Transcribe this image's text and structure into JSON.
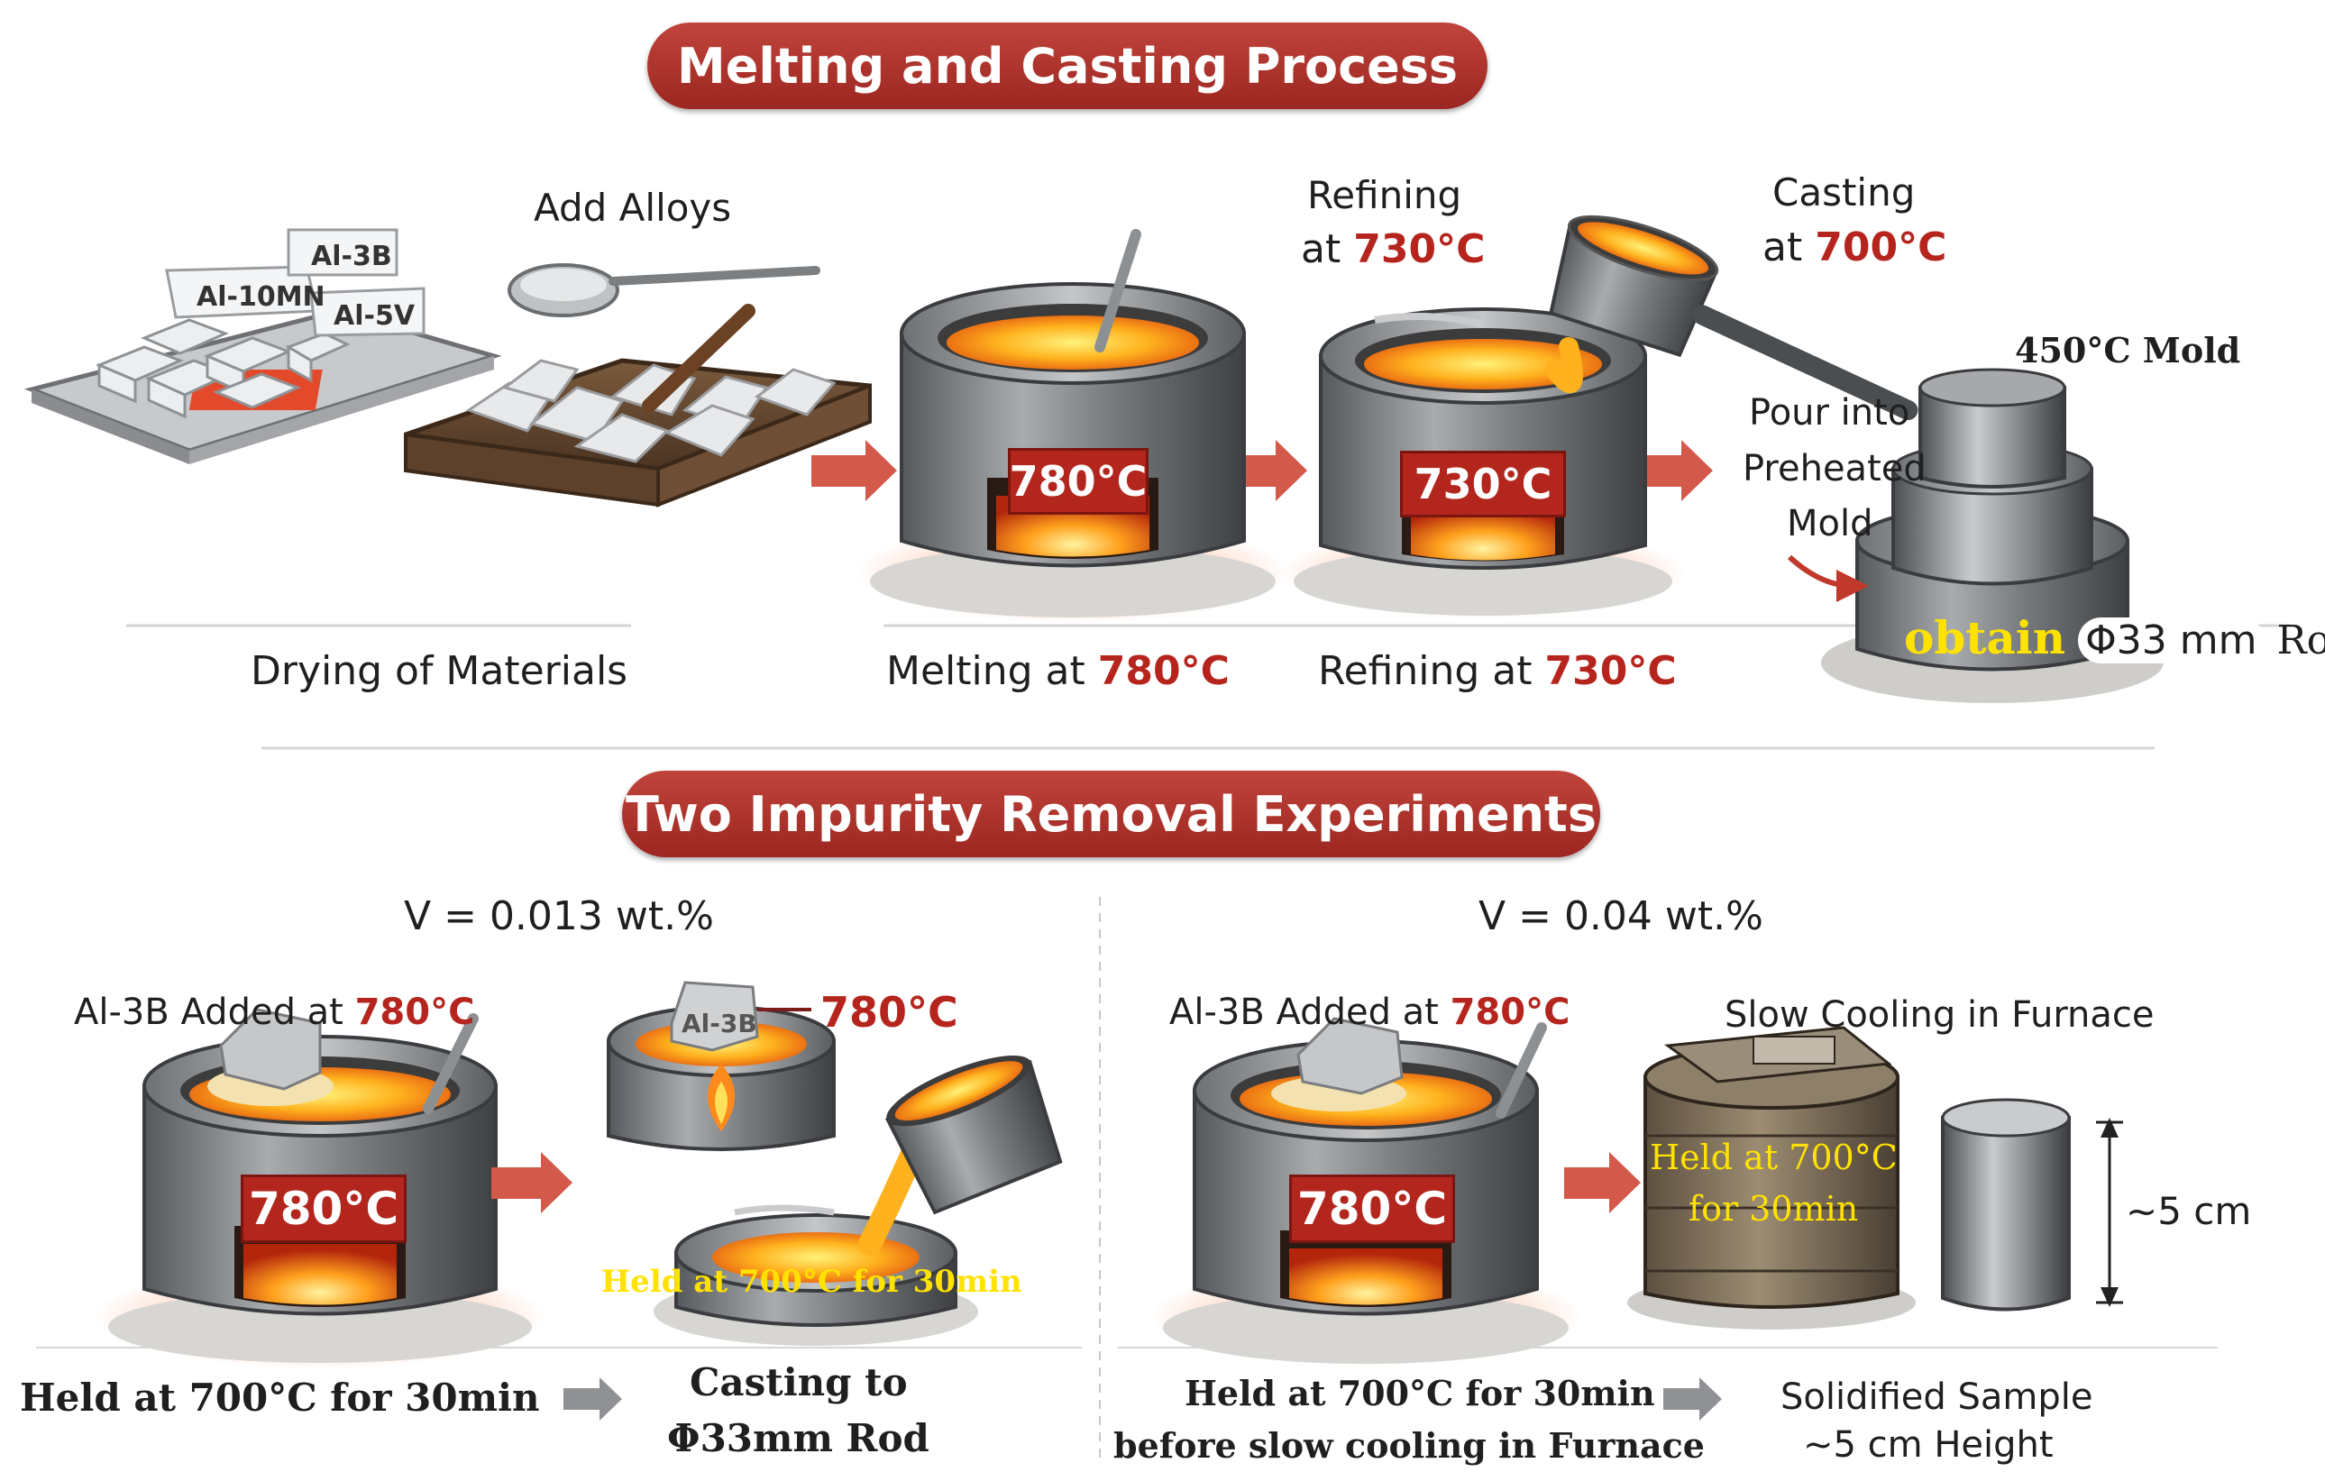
{
  "banners": {
    "melting_title": "Melting and Casting Process",
    "impurity_title": "Two Impurity Removal Experiments"
  },
  "process": {
    "alloy_labels": [
      "Al-3B",
      "Al-10MN",
      "Al-5V"
    ],
    "add_alloys": "Add Alloys",
    "refining_word": "Refining",
    "casting_word": "Casting",
    "at_word": "at",
    "refining_temp": "730°C",
    "casting_temp": "700°C",
    "melt_box": "780°C",
    "refine_box": "730°C",
    "mold_temp": "450°C Mold",
    "pour_line1": "Pour into",
    "pour_line2": "Preheated",
    "pour_line3": "Mold",
    "obtain": "obtain",
    "rod_size": "Φ33 mm",
    "rod_word": "Rod",
    "drying": "Drying of Materials",
    "melting_at": "Melting at",
    "melting_temp": "780°C",
    "refining_at": "Refining at",
    "refining_temp2": "730°C"
  },
  "experiment_left": {
    "v_label": "V = 0.013 wt.%",
    "added_at": "Al-3B Added at",
    "added_temp": "780°C",
    "box": "780°C",
    "ingot_label": "Al-3B",
    "side_temp": "780°C",
    "held_overlay": "Held at 700°C for 30min",
    "held_caption": "Held at 700°C for 30min",
    "casting_line1": "Casting to",
    "casting_line2": "Φ33mm Rod"
  },
  "experiment_right": {
    "v_label": "V = 0.04 wt.%",
    "added_at": "Al-3B Added at",
    "added_temp": "780°C",
    "box": "780°C",
    "slow_cooling": "Slow Cooling in Furnace",
    "furnace_line1": "Held at 700°C",
    "furnace_line2": "for 30min",
    "height": "~5 cm",
    "held_line1": "Held at 700°C for 30min",
    "held_line2": "before slow cooling in Furnace",
    "sample_line1": "Solidified Sample",
    "sample_line2": "~5 cm Height"
  },
  "colors": {
    "banner_red": "#a8302a",
    "accent_red": "#b5251d",
    "arrow_red": "#d3503f",
    "highlight_yellow": "#ffe200"
  }
}
